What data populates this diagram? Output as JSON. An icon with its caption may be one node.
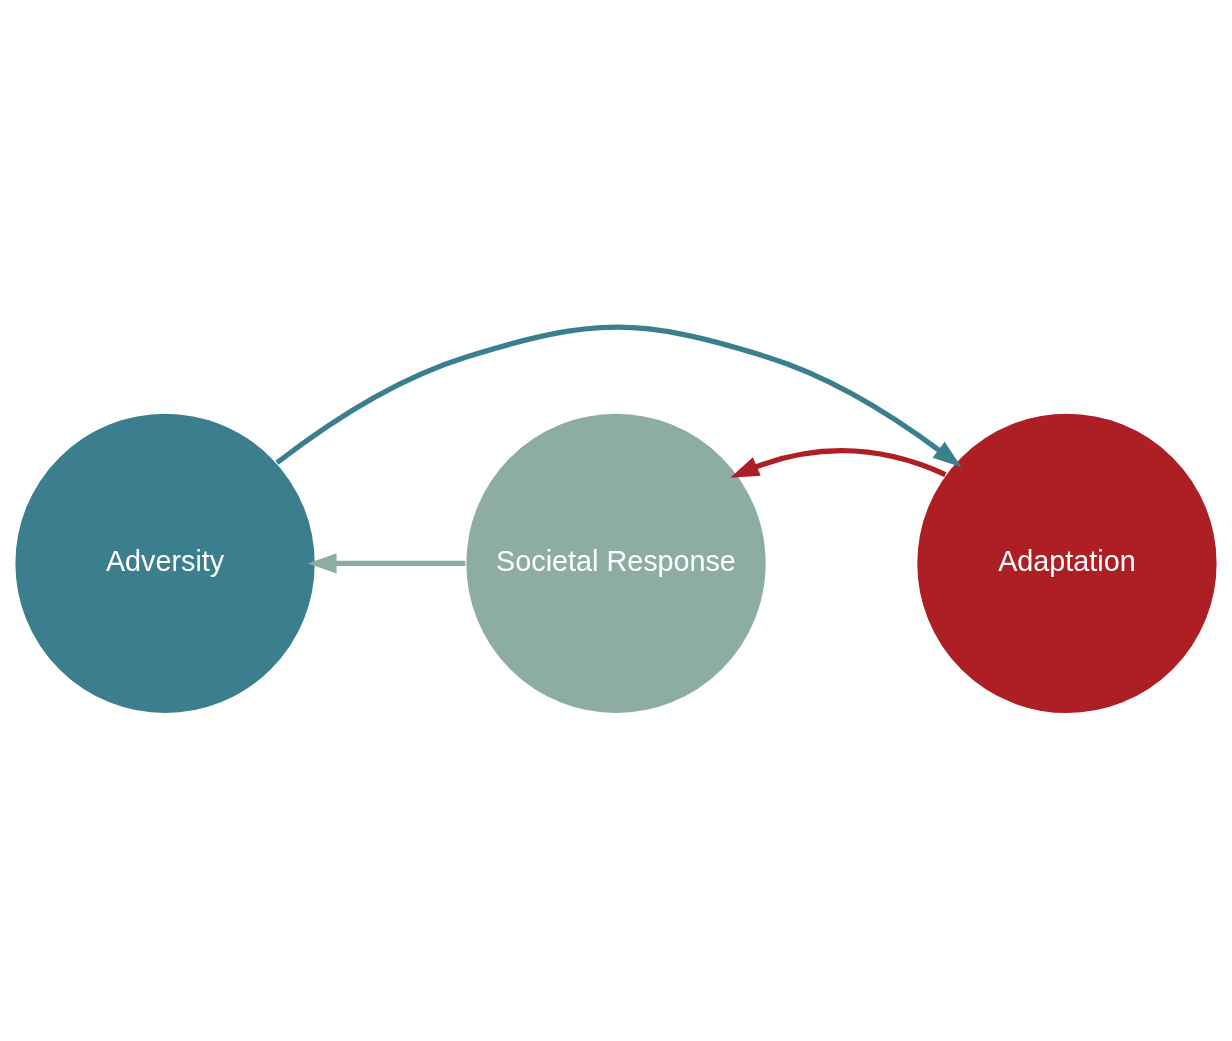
{
  "diagram": {
    "nodes": [
      {
        "text": [
          "Adversity"
        ]
      },
      {
        "text": [
          "Adaptation"
        ]
      },
      {
        "text": [
          "Societal Response"
        ]
      }
    ],
    "edges": [
      {
        "from": 0,
        "to": 1,
        "arrow": "to",
        "color": "#3b7f8f"
      },
      {
        "from": 1,
        "to": 2,
        "arrow": "to",
        "color": "#ad1f24"
      },
      {
        "from": 2,
        "to": 0,
        "arrow": "to",
        "color": "#8dada2"
      }
    ]
  }
}
